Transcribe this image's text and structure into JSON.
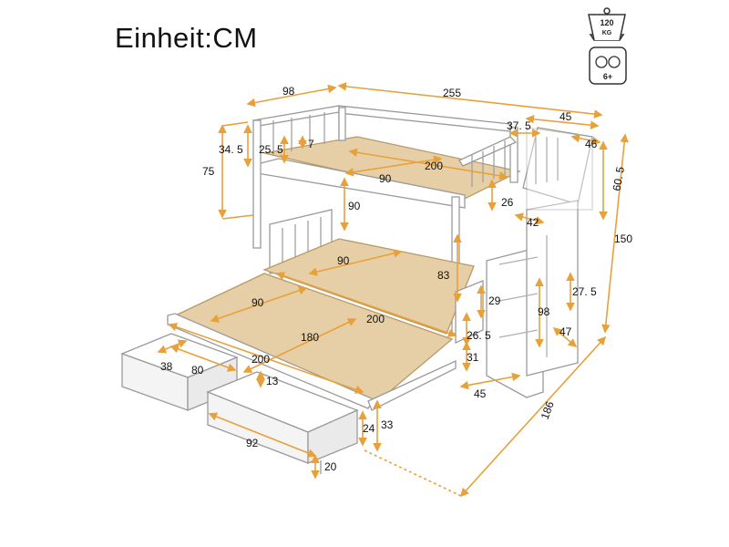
{
  "unit_label": "Einheit:CM",
  "icons": {
    "weight": {
      "icon": "weight-icon",
      "value": "120",
      "unit": "KG"
    },
    "age": {
      "icon": "children-icon",
      "value": "6+"
    }
  },
  "colors": {
    "dimension": "#E8A13A",
    "frame": "#9a9a9a",
    "slat": "#E6CFA6",
    "background": "#ffffff"
  },
  "dimensions": {
    "d98": "98",
    "d255": "255",
    "d45_top": "45",
    "d37_5": "37. 5",
    "d34_5": "34. 5",
    "d25_5": "25. 5",
    "d7": "7",
    "d75": "75",
    "d200_top": "200",
    "d90_top": "90",
    "d46": "46",
    "d60_5": "60. 5",
    "d26": "26",
    "d90_gap": "90",
    "d42": "42",
    "d150": "150",
    "d90_mid": "90",
    "d83": "83",
    "d90_low": "90",
    "d200_low": "200",
    "d27_5": "27. 5",
    "d29": "29",
    "d98_stair": "98",
    "d180": "180",
    "d26_5": "26. 5",
    "d47": "47",
    "d31": "31",
    "d200_drawer": "200",
    "d38": "38",
    "d80": "80",
    "d13": "13",
    "d45_stair": "45",
    "d186": "186",
    "d24": "24",
    "d33": "33",
    "d92": "92",
    "d20": "20"
  }
}
